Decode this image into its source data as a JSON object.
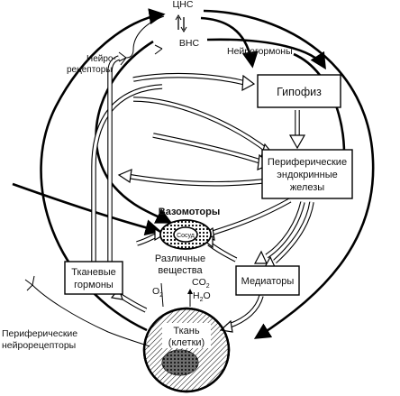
{
  "labels": {
    "cns": "ЦНС",
    "ans": "ВНС",
    "neuroreceptors_line1": "Нейро-",
    "neuroreceptors_line2": "рецепторы",
    "neurohormones": "Нейрогормоны",
    "pituitary": "Гипофиз",
    "peripheral_glands_line1": "Периферические",
    "peripheral_glands_line2": "эндокринные",
    "peripheral_glands_line3": "железы",
    "vasomotors": "Вазомоторы",
    "vessel": "Сосуд",
    "substances_line1": "Различные",
    "substances_line2": "вещества",
    "tissue_hormones_line1": "Тканевые",
    "tissue_hormones_line2": "гормоны",
    "mediators": "Медиаторы",
    "o2": "O",
    "o2_sub": "2",
    "co2": "CO",
    "co2_sub": "2",
    "h2o_h": "H",
    "h2o_sub": "2",
    "h2o_o": "O",
    "tissue_line1": "Ткань",
    "tissue_line2": "(клетки)",
    "peripheral_neuroreceptors_line1": "Периферические",
    "peripheral_neuroreceptors_line2": "нейрорецепторы"
  },
  "colors": {
    "ink": "#000000",
    "paper": "#ffffff"
  }
}
